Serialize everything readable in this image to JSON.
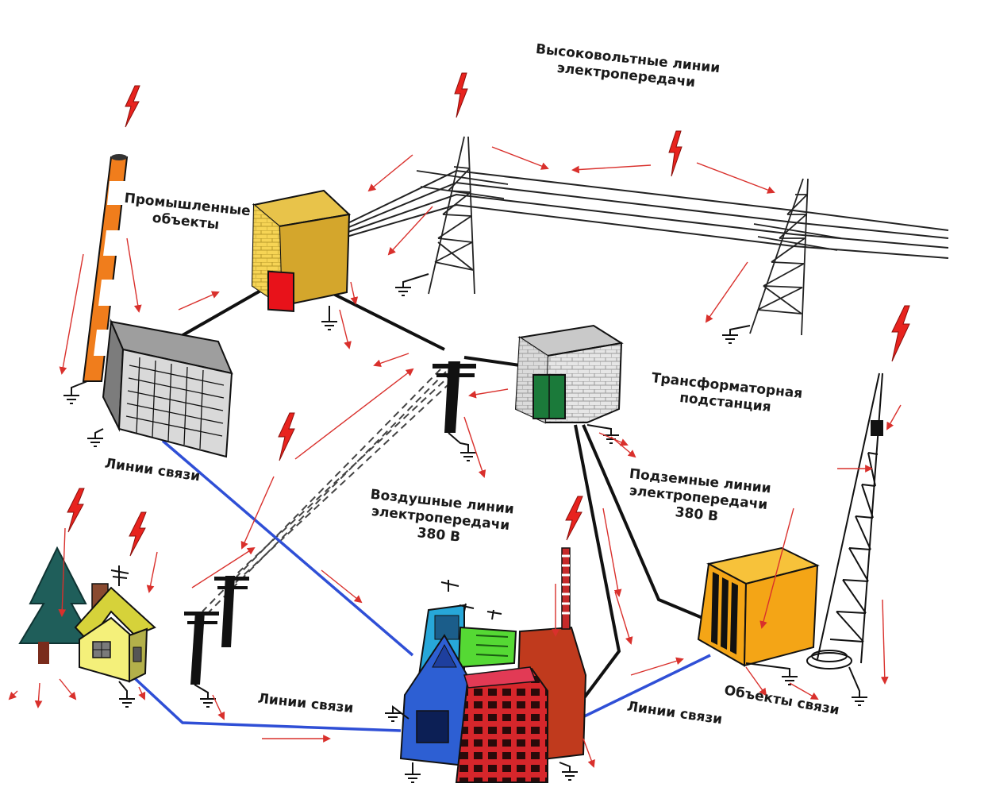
{
  "labels": {
    "high_voltage": [
      "Высоковольтные линии",
      "электропередачи"
    ],
    "industrial": [
      "Промышленные",
      "объекты"
    ],
    "substation": [
      "Трансформаторная",
      "подстанция"
    ],
    "underground": [
      "Подземные линии",
      "электропередачи",
      "380 В"
    ],
    "overhead": [
      "Воздушные линии",
      "электропередачи",
      "380 В"
    ],
    "comm_lines_top": "Линии связи",
    "comm_lines_bottom": "Линии связи",
    "comm_lines_right": "Линии связи",
    "comm_objects": "Объекты связи"
  },
  "colors": {
    "lightning": "#e8231e",
    "arrows": "#d9302c",
    "comm_line": "#2f4fd6",
    "power_line": "#111111",
    "chimney_orange": "#f07d1c",
    "substation_yellow": "#f6d455",
    "door_red": "#e8121a",
    "door_green": "#1b7a3a",
    "comm_box": "#f4a516",
    "tree": "#1f5e5a",
    "house": "#f4f07a"
  }
}
